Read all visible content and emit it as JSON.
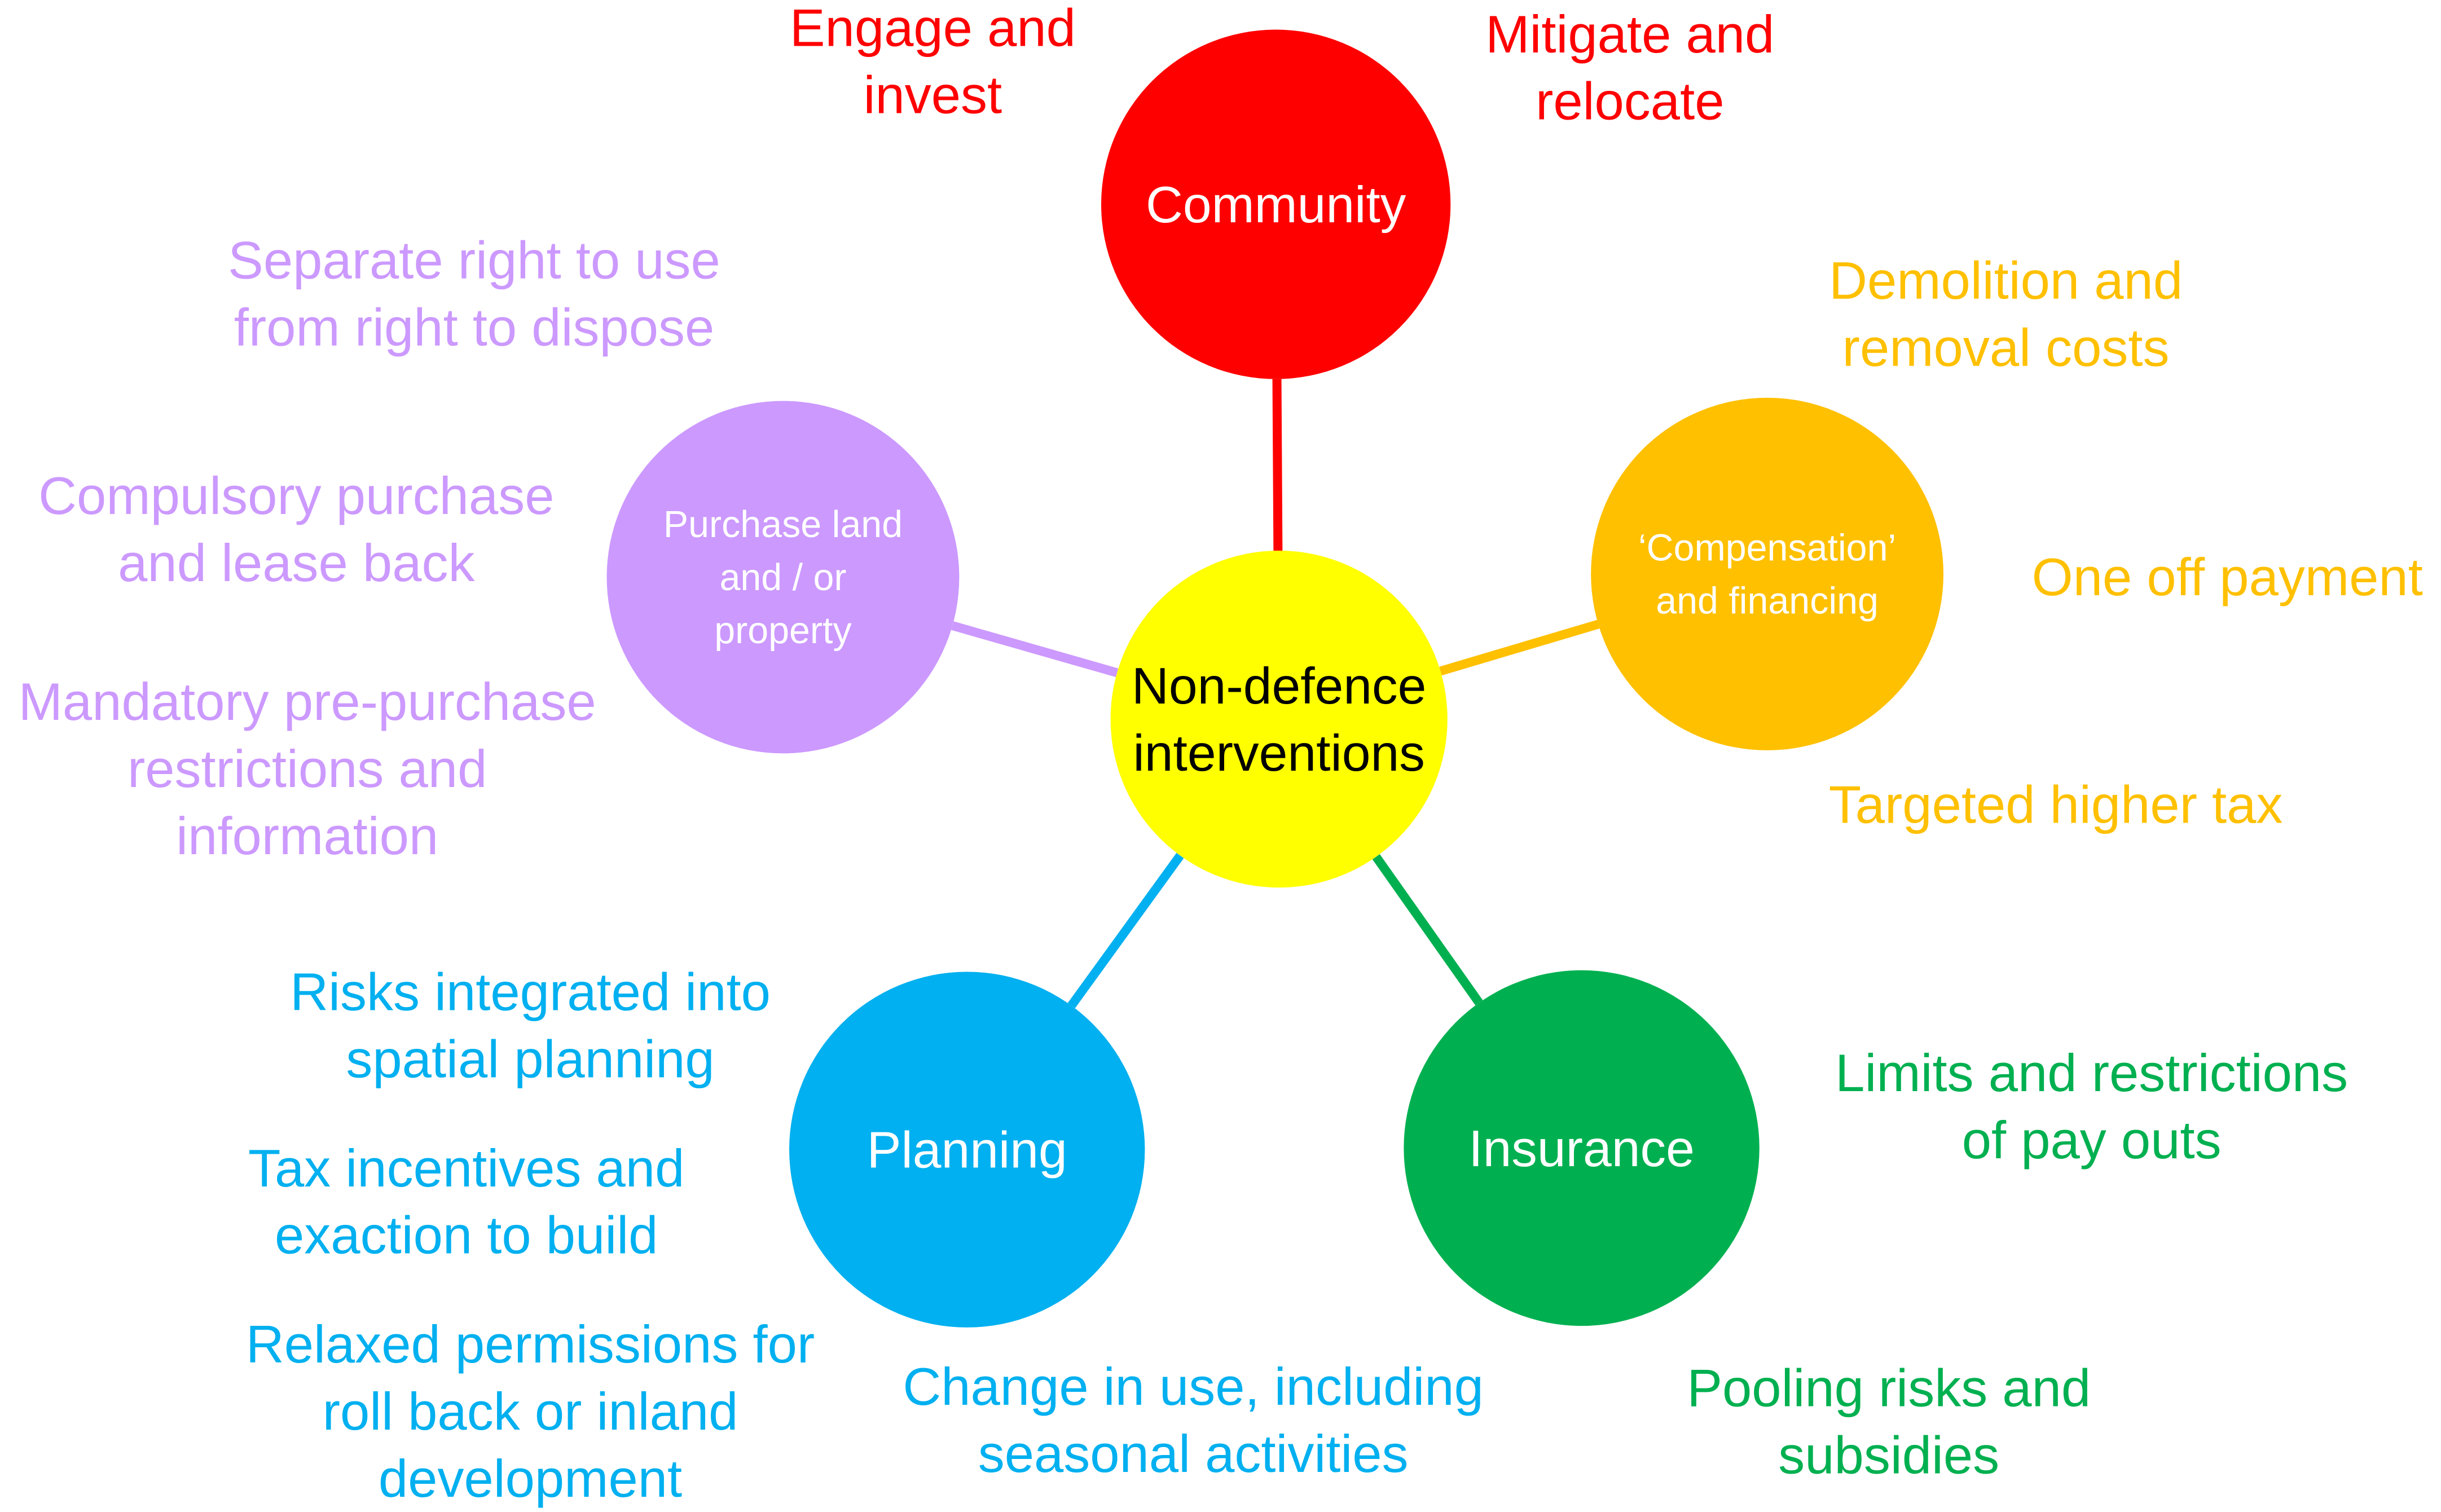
{
  "colors": {
    "center": "#ffff00",
    "community": "#ff0000",
    "compensation": "#ffc000",
    "insurance": "#00b050",
    "planning": "#00b0f0",
    "purchase": "#cc99ff",
    "purchase_text": "#cc99ff",
    "compensation_text": "#ffc000"
  },
  "center": {
    "lines": [
      "Non-defence",
      "interventions"
    ]
  },
  "nodes": {
    "community": {
      "lines": [
        "Community"
      ],
      "annotations": [
        [
          "Engage and",
          "invest"
        ],
        [
          "Mitigate and",
          "relocate"
        ]
      ]
    },
    "compensation": {
      "lines": [
        "‘Compensation’",
        "and financing"
      ],
      "annotations": [
        [
          "Demolition and",
          "removal costs"
        ],
        [
          "One off payment"
        ],
        [
          "Targeted higher tax"
        ]
      ]
    },
    "insurance": {
      "lines": [
        "Insurance"
      ],
      "annotations": [
        [
          "Limits and restrictions",
          "of pay outs"
        ],
        [
          "Pooling risks and",
          "subsidies"
        ]
      ]
    },
    "planning": {
      "lines": [
        "Planning"
      ],
      "annotations": [
        [
          "Risks integrated into",
          "spatial planning"
        ],
        [
          "Tax incentives and",
          "exaction to build"
        ],
        [
          "Relaxed permissions for",
          "roll back or inland",
          "development"
        ],
        [
          "Change in use, including",
          "seasonal activities"
        ]
      ]
    },
    "purchase": {
      "lines": [
        "Purchase land",
        "and / or",
        "property"
      ],
      "annotations": [
        [
          "Separate right to use",
          "from right to dispose"
        ],
        [
          "Compulsory purchase",
          "and lease back"
        ],
        [
          "Mandatory pre-purchase",
          "restrictions and",
          "information"
        ]
      ]
    }
  }
}
